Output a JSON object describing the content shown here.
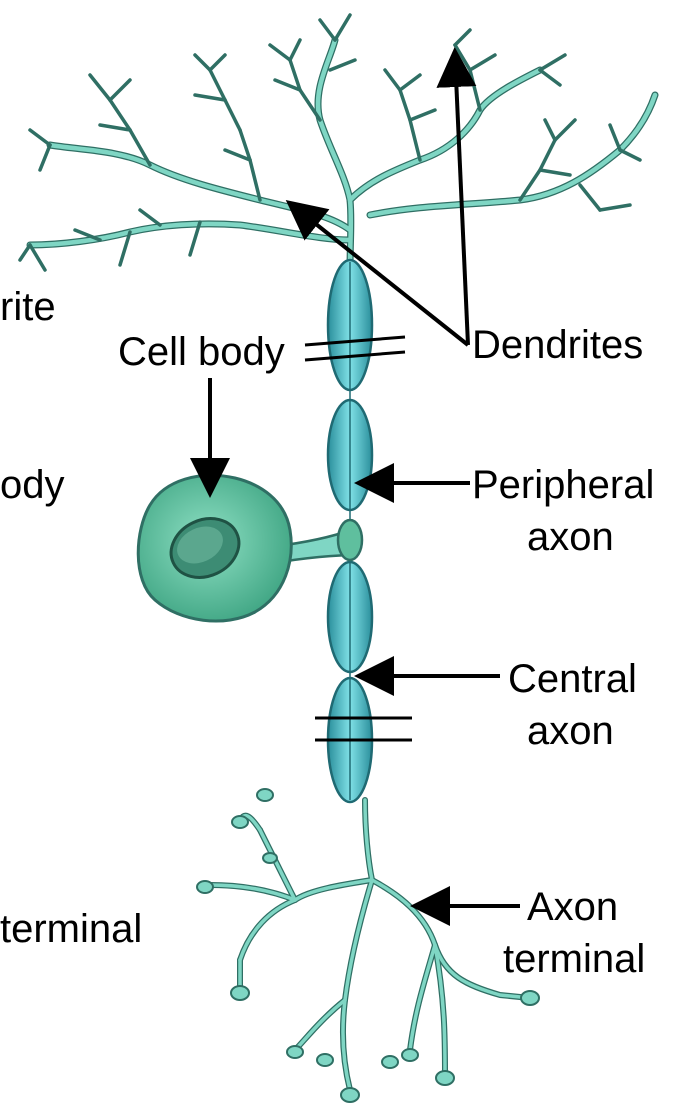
{
  "diagram": {
    "colors": {
      "neuron_fill": "#7fd6c4",
      "neuron_stroke": "#2f6f64",
      "soma_fill": "#5fbf9e",
      "nucleus_fill": "#3d8c74",
      "myelin_fill": "#5cc8d2",
      "myelin_dark": "#2b8f9c",
      "arrow": "#000000"
    },
    "labels": {
      "dendrite_cut": "rite",
      "cell_body": "Cell body",
      "cell_body_cut": "ody",
      "dendrites": "Dendrites",
      "peripheral_line1": "Peripheral",
      "peripheral_line2": "axon",
      "central_line1": "Central",
      "central_line2": "axon",
      "terminal_cut": "terminal",
      "axon_terminal_line1": "Axon",
      "axon_terminal_line2": "terminal"
    }
  }
}
